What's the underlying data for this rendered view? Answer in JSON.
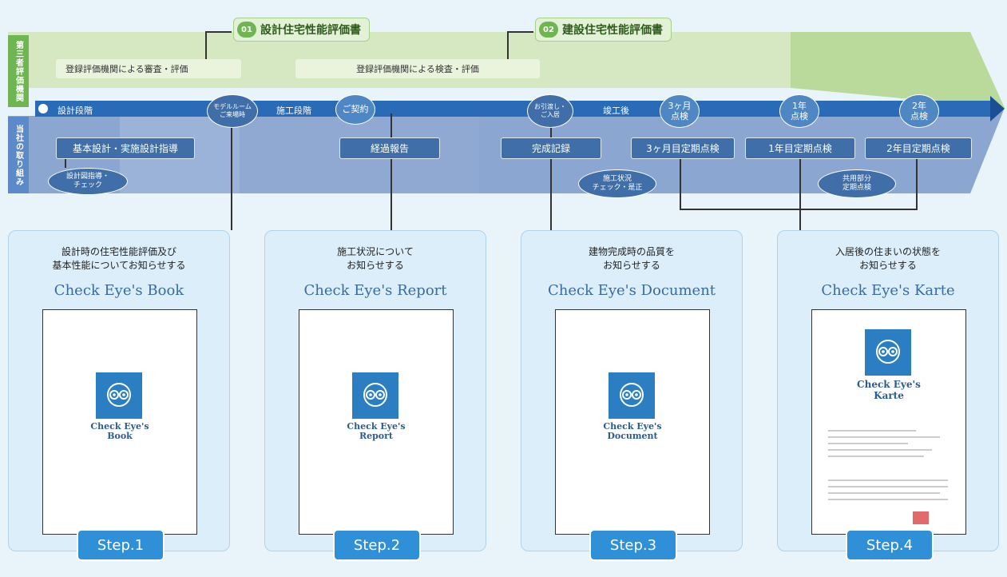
{
  "side_labels": {
    "top": "第三者評価機関",
    "bottom": "当社の取り組み"
  },
  "evaluations": [
    {
      "num": "01",
      "title": "設計住宅性能評価書"
    },
    {
      "num": "02",
      "title": "建設住宅性能評価書"
    }
  ],
  "third_party": {
    "review": "登録評価機関による審査・評価",
    "inspection": "登録評価機関による検査・評価"
  },
  "phases": {
    "design": "設計段階",
    "construction": "施工段階",
    "after": "竣工後"
  },
  "milestones": {
    "model_room": "モデルルーム\nご来場時",
    "contract": "ご契約",
    "handover": "お引渡し・\nご入居",
    "three_month": "3ヶ月\n点検",
    "one_year": "1年\n点検",
    "two_year": "2年\n点検"
  },
  "tasks": {
    "design_guidance": "基本設計・実施設計指導",
    "progress": "経過報告",
    "completion": "完成記録",
    "three_month": "3ヶ月目定期点検",
    "one_year": "1年目定期点検",
    "two_year": "2年目定期点検"
  },
  "sub_tasks": {
    "drawing_check": "設計図指導・\nチェック",
    "construction_check": "施工状況\nチェック・是正",
    "common_area": "共用部分\n定期点検"
  },
  "steps": [
    {
      "label": "Step.1",
      "desc": "設計時の住宅性能評価及び\n基本性能についてお知らせする",
      "title": "Check Eye's Book",
      "doc_title": "Check Eye's\nBook"
    },
    {
      "label": "Step.2",
      "desc": "施工状況について\nお知らせする",
      "title": "Check Eye's Report",
      "doc_title": "Check Eye's\nReport"
    },
    {
      "label": "Step.3",
      "desc": "建物完成時の品質を\nお知らせする",
      "title": "Check Eye's Document",
      "doc_title": "Check Eye's\nDocument"
    },
    {
      "label": "Step.4",
      "desc": "入居後の住まいの状態を\nお知らせする",
      "title": "Check Eye's Karte",
      "doc_title": "Check Eye's\nKarte"
    }
  ],
  "colors": {
    "green": "#6fb552",
    "blue_band": "#8aa6d1",
    "timeline": "#2a6bb8",
    "task": "#3f6ea8",
    "step": "#2f90d7",
    "card": "#dbeefa"
  }
}
